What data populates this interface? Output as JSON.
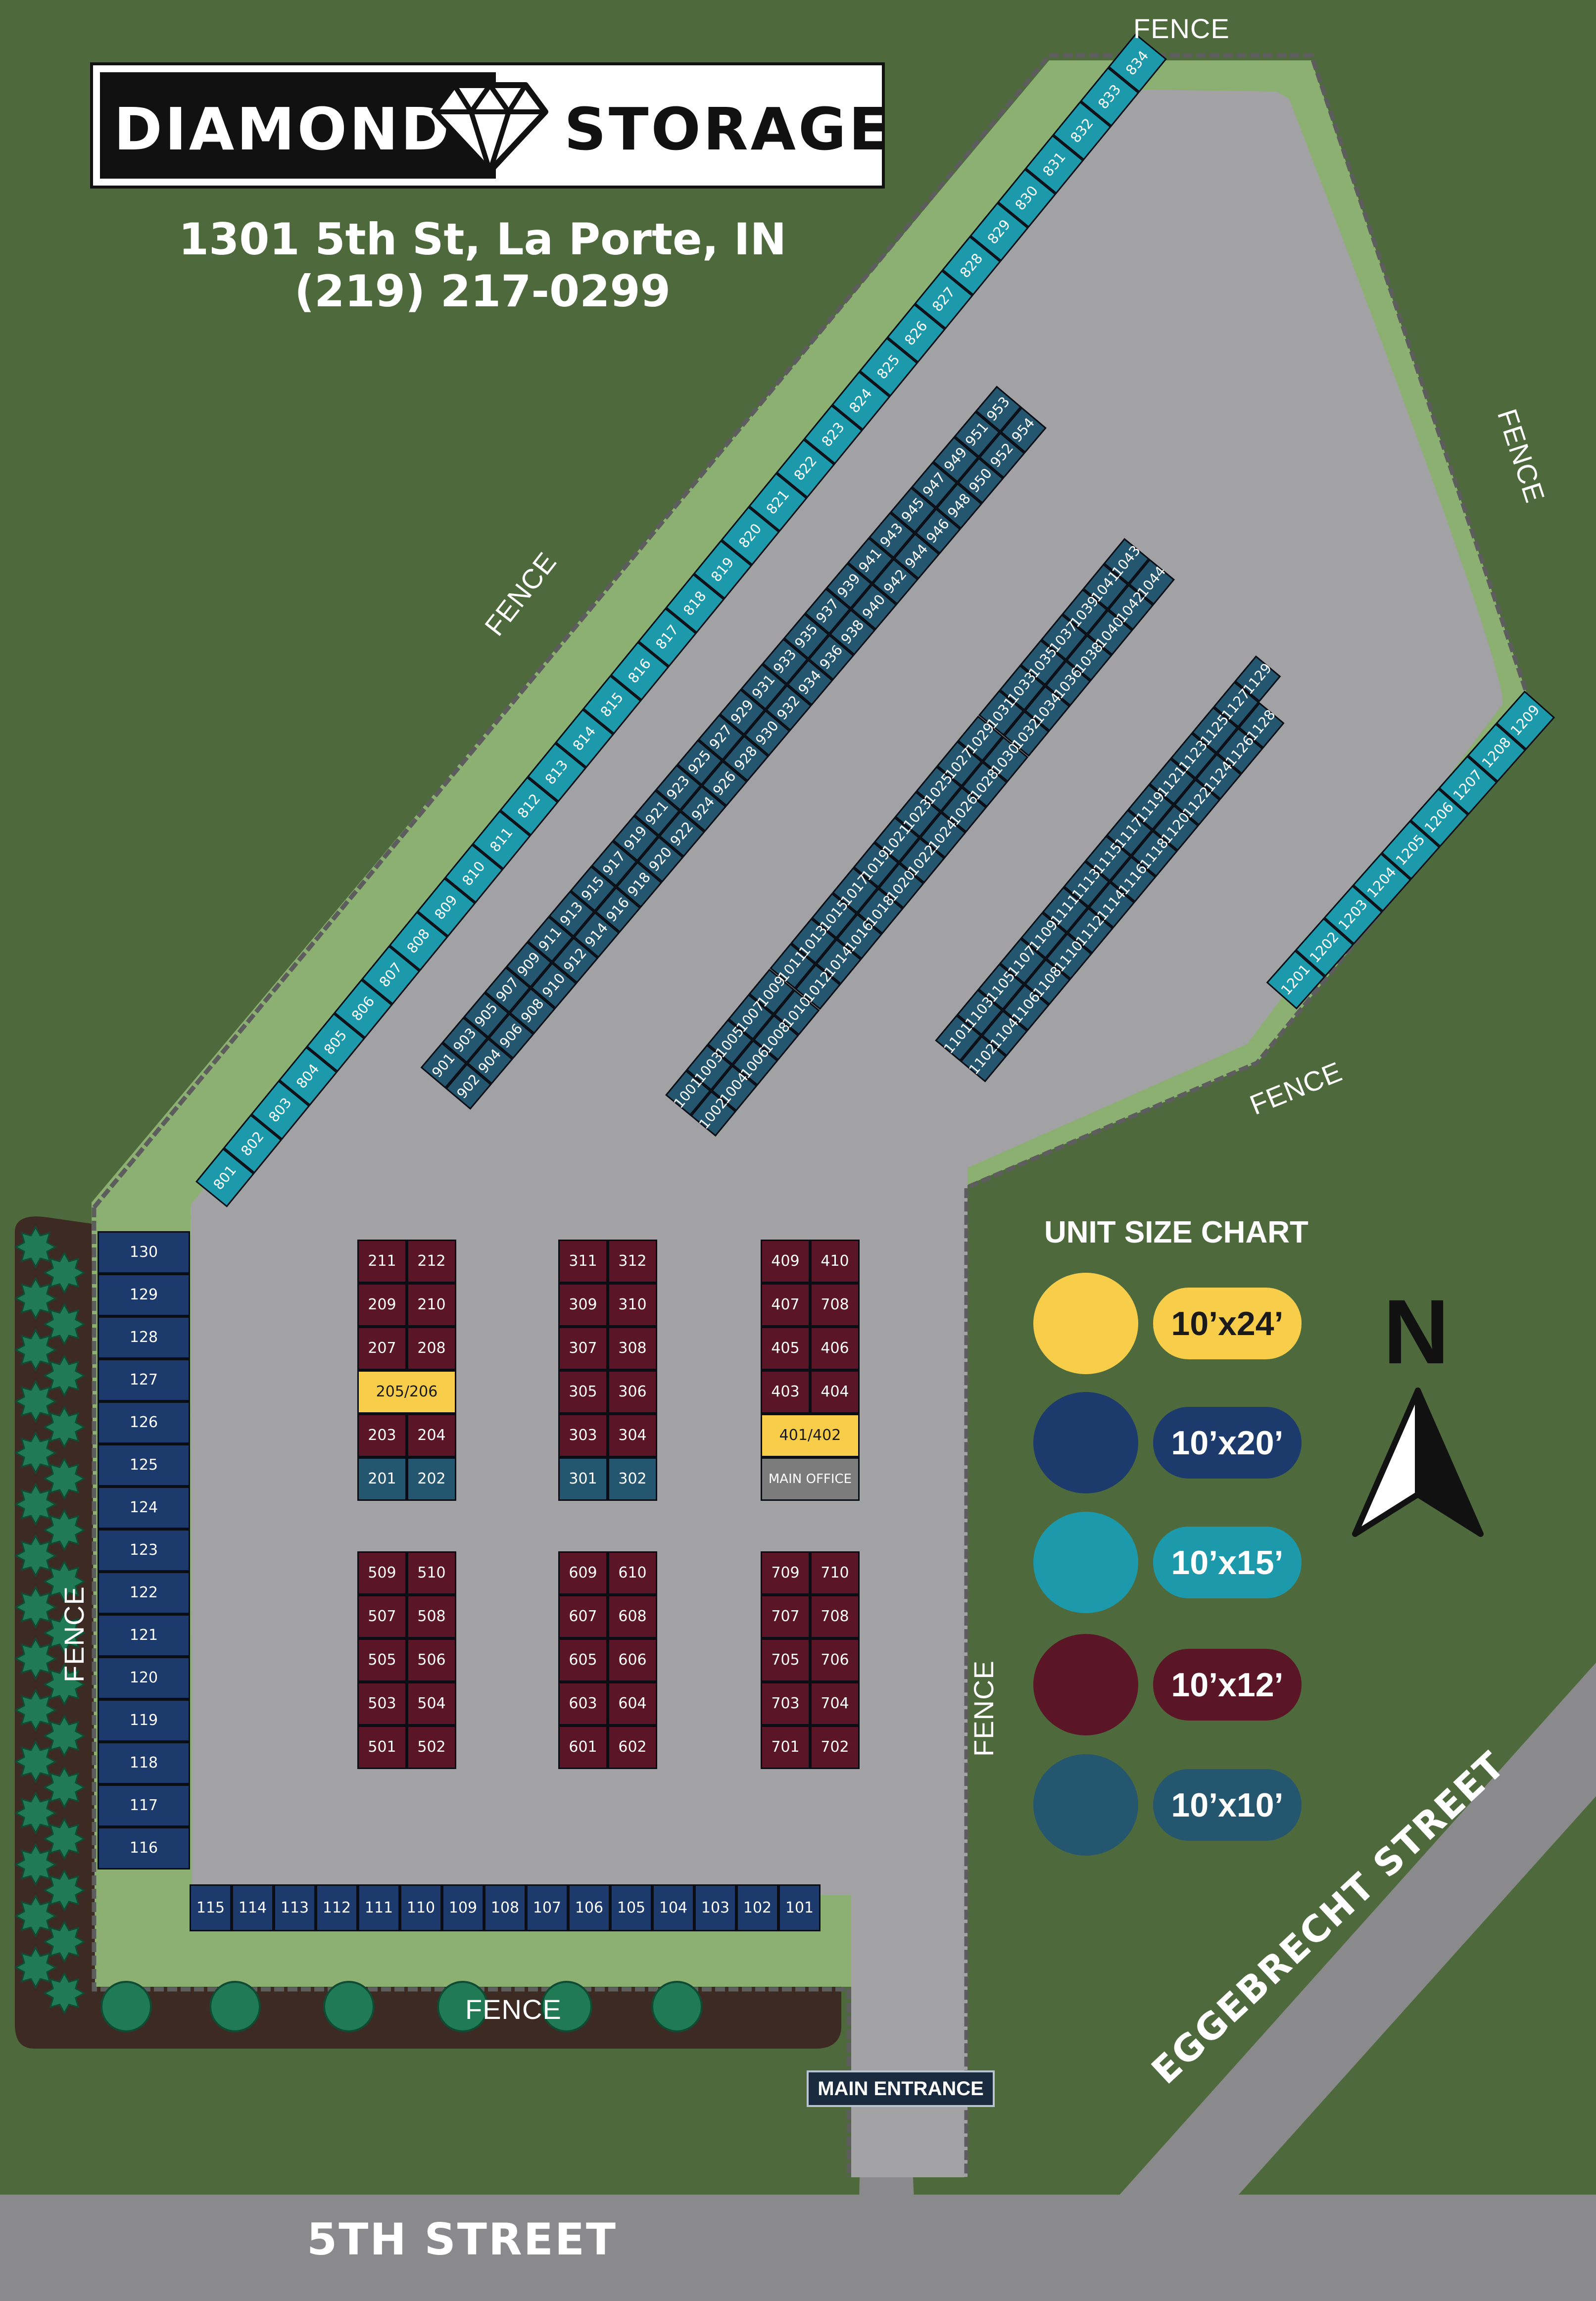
{
  "logo": {
    "brand_left": "DIAMOND",
    "brand_right": "STORAGE",
    "icon": "diamond-icon"
  },
  "address": {
    "street": "1301 5th St, La Porte, IN",
    "phone": "(219) 217-0299"
  },
  "fence_label": "FENCE",
  "entrance_label": "MAIN ENTRANCE",
  "streets": {
    "south": "5TH STREET",
    "east": "EGGEBRECHT STREET"
  },
  "north_label": "N",
  "legend": {
    "title": "UNIT SIZE CHART",
    "items": [
      {
        "size": "10’x24’",
        "color": "#f7cd4a"
      },
      {
        "size": "10’x20’",
        "color": "#1d3a6c"
      },
      {
        "size": "10’x15’",
        "color": "#1c99ab"
      },
      {
        "size": "10’x12’",
        "color": "#5a1526"
      },
      {
        "size": "10’x10’",
        "color": "#24566f"
      }
    ]
  },
  "colors": {
    "grass": "#4e6a3c",
    "pavement": "#a2a2a4",
    "berm": "#8cb071",
    "road": "#8a8a8c",
    "fence": "#5d5d5d",
    "mulch": "#3d2a22",
    "tree": "#1f7a55"
  },
  "units": {
    "block_200": [
      [
        {
          "n": "211",
          "s": "s12"
        },
        {
          "n": "212",
          "s": "s12"
        }
      ],
      [
        {
          "n": "209",
          "s": "s12"
        },
        {
          "n": "210",
          "s": "s12"
        }
      ],
      [
        {
          "n": "207",
          "s": "s12"
        },
        {
          "n": "208",
          "s": "s12"
        }
      ],
      [
        {
          "n": "205/206",
          "s": "s24",
          "span": 2
        }
      ],
      [
        {
          "n": "203",
          "s": "s12"
        },
        {
          "n": "204",
          "s": "s12"
        }
      ],
      [
        {
          "n": "201",
          "s": "s10"
        },
        {
          "n": "202",
          "s": "s10"
        }
      ]
    ],
    "block_300": [
      [
        {
          "n": "311",
          "s": "s12"
        },
        {
          "n": "312",
          "s": "s12"
        }
      ],
      [
        {
          "n": "309",
          "s": "s12"
        },
        {
          "n": "310",
          "s": "s12"
        }
      ],
      [
        {
          "n": "307",
          "s": "s12"
        },
        {
          "n": "308",
          "s": "s12"
        }
      ],
      [
        {
          "n": "305",
          "s": "s12"
        },
        {
          "n": "306",
          "s": "s12"
        }
      ],
      [
        {
          "n": "303",
          "s": "s12"
        },
        {
          "n": "304",
          "s": "s12"
        }
      ],
      [
        {
          "n": "301",
          "s": "s10"
        },
        {
          "n": "302",
          "s": "s10"
        }
      ]
    ],
    "block_400": [
      [
        {
          "n": "409",
          "s": "s12"
        },
        {
          "n": "410",
          "s": "s12"
        }
      ],
      [
        {
          "n": "407",
          "s": "s12"
        },
        {
          "n": "708",
          "s": "s12"
        }
      ],
      [
        {
          "n": "405",
          "s": "s12"
        },
        {
          "n": "406",
          "s": "s12"
        }
      ],
      [
        {
          "n": "403",
          "s": "s12"
        },
        {
          "n": "404",
          "s": "s12"
        }
      ],
      [
        {
          "n": "401/402",
          "s": "s24",
          "span": 2
        }
      ],
      [
        {
          "n": "MAIN OFFICE",
          "s": "office",
          "span": 2
        }
      ]
    ],
    "block_500": [
      [
        {
          "n": "509",
          "s": "s12"
        },
        {
          "n": "510",
          "s": "s12"
        }
      ],
      [
        {
          "n": "507",
          "s": "s12"
        },
        {
          "n": "508",
          "s": "s12"
        }
      ],
      [
        {
          "n": "505",
          "s": "s12"
        },
        {
          "n": "506",
          "s": "s12"
        }
      ],
      [
        {
          "n": "503",
          "s": "s12"
        },
        {
          "n": "504",
          "s": "s12"
        }
      ],
      [
        {
          "n": "501",
          "s": "s12"
        },
        {
          "n": "502",
          "s": "s12"
        }
      ]
    ],
    "block_600": [
      [
        {
          "n": "609",
          "s": "s12"
        },
        {
          "n": "610",
          "s": "s12"
        }
      ],
      [
        {
          "n": "607",
          "s": "s12"
        },
        {
          "n": "608",
          "s": "s12"
        }
      ],
      [
        {
          "n": "605",
          "s": "s12"
        },
        {
          "n": "606",
          "s": "s12"
        }
      ],
      [
        {
          "n": "603",
          "s": "s12"
        },
        {
          "n": "604",
          "s": "s12"
        }
      ],
      [
        {
          "n": "601",
          "s": "s12"
        },
        {
          "n": "602",
          "s": "s12"
        }
      ]
    ],
    "block_700": [
      [
        {
          "n": "709",
          "s": "s12"
        },
        {
          "n": "710",
          "s": "s12"
        }
      ],
      [
        {
          "n": "707",
          "s": "s12"
        },
        {
          "n": "708",
          "s": "s12"
        }
      ],
      [
        {
          "n": "705",
          "s": "s12"
        },
        {
          "n": "706",
          "s": "s12"
        }
      ],
      [
        {
          "n": "703",
          "s": "s12"
        },
        {
          "n": "704",
          "s": "s12"
        }
      ],
      [
        {
          "n": "701",
          "s": "s12"
        },
        {
          "n": "702",
          "s": "s12"
        }
      ]
    ],
    "col_100": [
      "130",
      "129",
      "128",
      "127",
      "126",
      "125",
      "124",
      "123",
      "122",
      "121",
      "120",
      "119",
      "118",
      "117",
      "116"
    ],
    "row_100": [
      "115",
      "114",
      "113",
      "112",
      "111",
      "110",
      "109",
      "108",
      "107",
      "106",
      "105",
      "104",
      "103",
      "102",
      "101"
    ],
    "row_800": [
      "801",
      "802",
      "803",
      "804",
      "805",
      "806",
      "807",
      "808",
      "809",
      "810",
      "811",
      "812",
      "813",
      "814",
      "815",
      "816",
      "817",
      "818",
      "819",
      "820",
      "821",
      "822",
      "823",
      "824",
      "825",
      "826",
      "827",
      "828",
      "829",
      "830",
      "831",
      "832",
      "833",
      "834"
    ],
    "row_900": [
      [
        "901",
        "902"
      ],
      [
        "903",
        "904"
      ],
      [
        "905",
        "906"
      ],
      [
        "907",
        "908"
      ],
      [
        "909",
        "910"
      ],
      [
        "911",
        "912"
      ],
      [
        "913",
        "914"
      ],
      [
        "915",
        "916"
      ],
      [
        "917",
        "918"
      ],
      [
        "919",
        "920"
      ],
      [
        "921",
        "922"
      ],
      [
        "923",
        "924"
      ],
      [
        "925",
        "926"
      ],
      [
        "927",
        "928"
      ],
      [
        "929",
        "930"
      ],
      [
        "931",
        "932"
      ],
      [
        "933",
        "934"
      ],
      [
        "935",
        "936"
      ],
      [
        "937",
        "938"
      ],
      [
        "939",
        "940"
      ],
      [
        "941",
        "942"
      ],
      [
        "943",
        "944"
      ],
      [
        "945",
        "946"
      ],
      [
        "947",
        "948"
      ],
      [
        "949",
        "950"
      ],
      [
        "951",
        "952"
      ],
      [
        "953",
        "954"
      ]
    ],
    "row_1000": [
      [
        "1001",
        "1002"
      ],
      [
        "1003",
        "1004"
      ],
      [
        "1005",
        "1006"
      ],
      [
        "1007",
        "1008"
      ],
      [
        "1009",
        "1010"
      ],
      [
        "1011",
        "1012"
      ],
      [
        "1013",
        "1014"
      ],
      [
        "1015",
        "1016"
      ],
      [
        "1017",
        "1018"
      ],
      [
        "1019",
        "1020"
      ],
      [
        "1021",
        "1022"
      ],
      [
        "1023",
        "1024"
      ],
      [
        "1025",
        "1026"
      ],
      [
        "1027",
        "1028"
      ],
      [
        "1029",
        "1030"
      ],
      [
        "1031",
        "1032"
      ],
      [
        "1033",
        "1034"
      ],
      [
        "1035",
        "1036"
      ],
      [
        "1037",
        "1038"
      ],
      [
        "1039",
        "1040"
      ],
      [
        "1041",
        "1042"
      ],
      [
        "1043",
        "1044"
      ]
    ],
    "row_1100": [
      [
        "1101",
        "1102"
      ],
      [
        "1103",
        "1104"
      ],
      [
        "1105",
        "1106"
      ],
      [
        "1107",
        "1108"
      ],
      [
        "1109",
        "1110"
      ],
      [
        "1111",
        "1112"
      ],
      [
        "1113",
        "1114"
      ],
      [
        "1115",
        "1116"
      ],
      [
        "1117",
        "1118"
      ],
      [
        "1119",
        "1120"
      ],
      [
        "1121",
        "1122"
      ],
      [
        "1123",
        "1124"
      ],
      [
        "1125",
        "1126"
      ],
      [
        "1127",
        "1128"
      ],
      [
        "1129",
        ""
      ]
    ],
    "row_1200": [
      "1201",
      "1202",
      "1203",
      "1204",
      "1205",
      "1206",
      "1207",
      "1208",
      "1209"
    ]
  }
}
